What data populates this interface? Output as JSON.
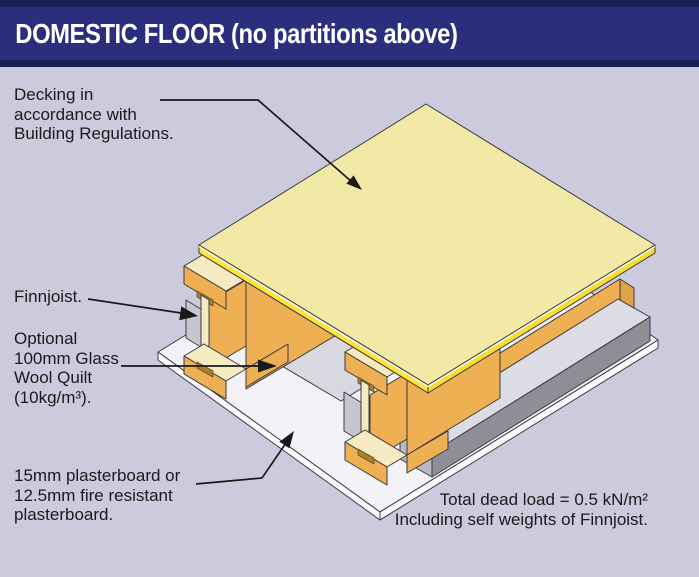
{
  "header": {
    "title": "DOMESTIC FLOOR (no partitions above)"
  },
  "labels": {
    "decking": "Decking in\naccordance with\nBuilding Regulations.",
    "finnjoist": "Finnjoist.",
    "glass_wool": "Optional\n100mm Glass\nWool Quilt\n(10kg/m³).",
    "plasterboard": "15mm plasterboard or\n12.5mm fire resistant\nplasterboard.",
    "dead_load": "Total dead load = 0.5 kN/m²\nIncluding self weights of Finnjoist."
  },
  "colors": {
    "background": "#CBCBDD",
    "header_bg": "#2A2E7C",
    "header_trim": "#1A1E56",
    "text": "#1A1A1A",
    "decking_top": "#F2E9A6",
    "decking_edge": "#FFE33C",
    "decking_edge_right": "#F8DC2E",
    "joist_orange": "#EFB054",
    "joist_orange_dark": "#E0A344",
    "joist_cream": "#F6EAC2",
    "groove": "#A87F33",
    "quilt_top": "#DCDCE4",
    "quilt_bay_top": "#D8D8E0",
    "quilt_front": "#8E8E96",
    "quilt_end": "#B9B9C1",
    "quilt_end_light": "#C6C6CE",
    "plasterboard_top": "#F3F3F7",
    "plasterboard_edge": "#FAFAFC",
    "arrow": "#1A1A1A"
  }
}
